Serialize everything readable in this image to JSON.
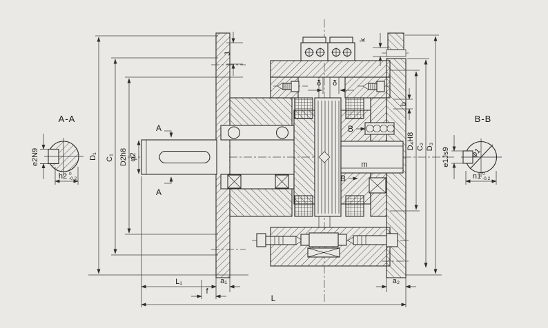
{
  "colors": {
    "background": "#eae9e5",
    "line": "#2e2d2b",
    "text": "#1c1c1a"
  },
  "section_aa": {
    "title": "A-A",
    "keyway_width_label": "e2N9",
    "key_height_label": "h2",
    "key_height_tol_upper": "0",
    "key_height_tol_lower": "-0.2"
  },
  "section_bb": {
    "title": "B-B",
    "keyway_width_label": "e1Js9",
    "bore_dia_label": "φ1",
    "key_height_label": "n1",
    "key_height_tol_upper": "0",
    "key_height_tol_lower": "-0.2"
  },
  "cut_markers": {
    "a": "A",
    "b": "B"
  },
  "dims": {
    "d1": "D₁",
    "c1": "C₁",
    "d2h8": "D2h8",
    "phi2": "φ2",
    "j": "J",
    "k": "k",
    "delta": "δ",
    "b_small": "b",
    "d4h8": "D₄H8",
    "c2": "C₂",
    "d3": "D₃",
    "m": "m",
    "l1": "L₁",
    "a1": "a₁",
    "f": "f",
    "l": "L",
    "a2": "a₂"
  }
}
